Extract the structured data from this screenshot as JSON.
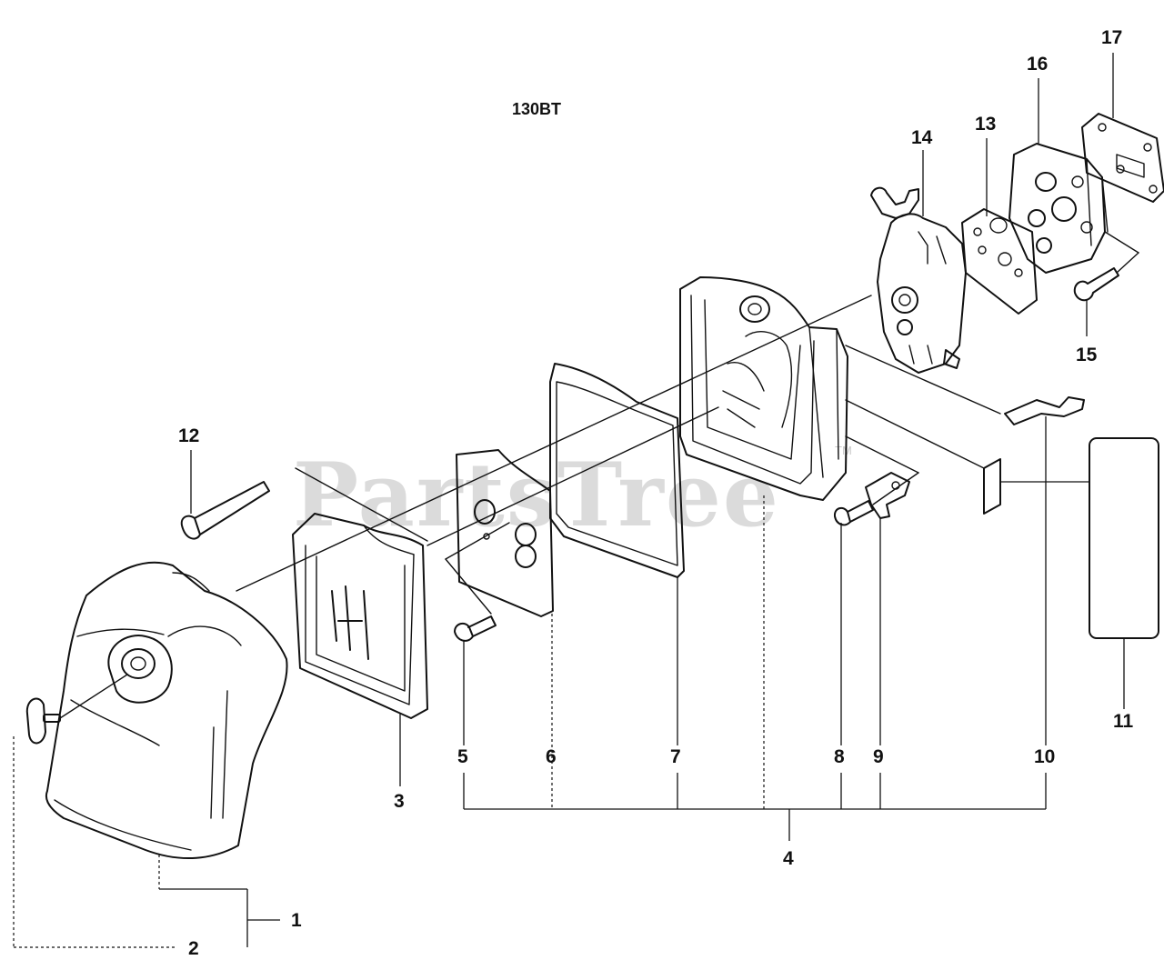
{
  "diagram": {
    "model": "130BT",
    "watermark": "PartsTree",
    "watermark_tm": "TM",
    "parts": [
      {
        "id": "p1",
        "label": "1"
      },
      {
        "id": "p2",
        "label": "2"
      },
      {
        "id": "p3",
        "label": "3"
      },
      {
        "id": "p4",
        "label": "4"
      },
      {
        "id": "p5",
        "label": "5"
      },
      {
        "id": "p6",
        "label": "6"
      },
      {
        "id": "p7",
        "label": "7"
      },
      {
        "id": "p8",
        "label": "8"
      },
      {
        "id": "p9",
        "label": "9"
      },
      {
        "id": "p10",
        "label": "10"
      },
      {
        "id": "p11",
        "label": "11"
      },
      {
        "id": "p12",
        "label": "12"
      },
      {
        "id": "p13",
        "label": "13"
      },
      {
        "id": "p14",
        "label": "14"
      },
      {
        "id": "p15",
        "label": "15"
      },
      {
        "id": "p16",
        "label": "16"
      },
      {
        "id": "p17",
        "label": "17"
      }
    ]
  }
}
